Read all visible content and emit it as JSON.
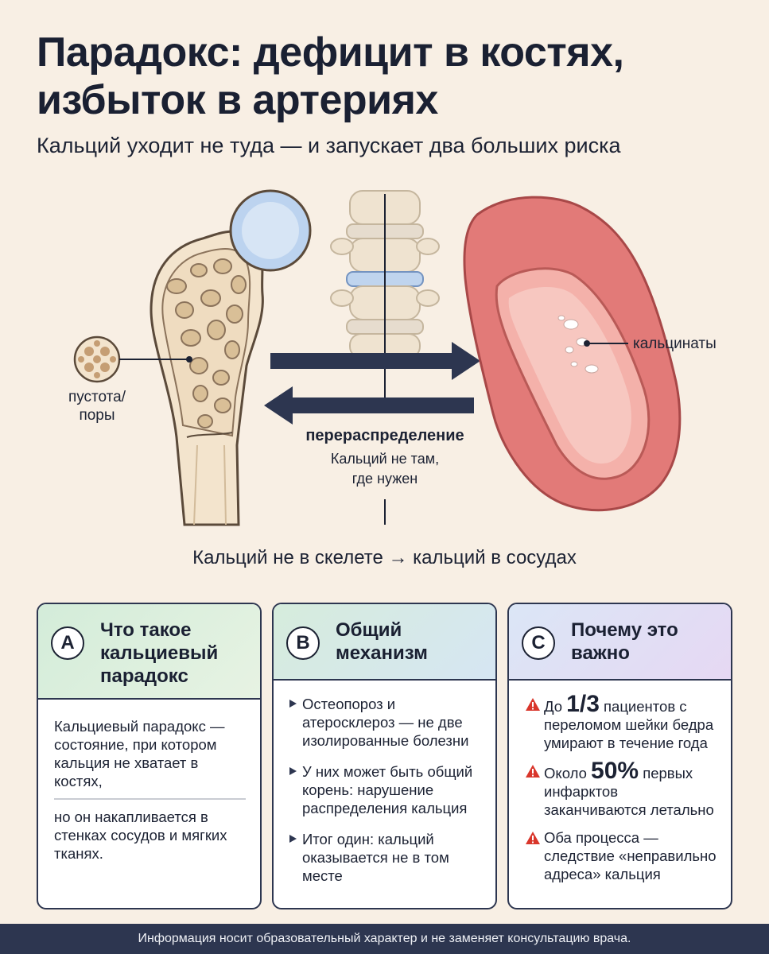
{
  "header": {
    "title": "Парадокс: дефицит в костях, избыток в артериях",
    "subtitle": "Кальций уходит не туда — и запускает два больших риска"
  },
  "illustration": {
    "pores_label_line1": "пустота/",
    "pores_label_line2": "поры",
    "calcifications_label": "кальцинаты",
    "redistribution_label": "перераспределение",
    "redistribution_note_line1": "Кальций не там,",
    "redistribution_note_line2": "где нужен",
    "colors": {
      "bone": "#f3e4cd",
      "bone_outline": "#5b4a3a",
      "cartilage": "#bcd3ef",
      "artery": "#e27a78",
      "artery_inner": "#f4b1aa",
      "arrow": "#2d3650"
    }
  },
  "summary_line": "Кальций не в скелете → кальций в сосудах",
  "cards": [
    {
      "letter": "A",
      "title": "Что такое кальциевый парадокс",
      "text_part1": "Кальциевый парадокс — состояние, при котором кальция не хватает в костях,",
      "text_part2": "но он накапливается в стенках сосудов и мягких тканях."
    },
    {
      "letter": "B",
      "title": "Общий механизм",
      "bullets": [
        "Остеопороз и атеросклероз — не две изолированные болезни",
        "У них может быть общий корень: нарушение распределения кальция",
        "Итог один: кальций оказывается не в том месте"
      ]
    },
    {
      "letter": "C",
      "title": "Почему это важно",
      "stats": [
        {
          "prefix": "До ",
          "highlight": "1/3",
          "suffix": " пациентов с переломом шейки бедра умирают в течение года"
        },
        {
          "prefix": "Около ",
          "highlight": "50%",
          "suffix": " первых инфарктов заканчиваются летально"
        },
        {
          "prefix": "",
          "highlight": "",
          "suffix": "Оба процесса — следствие «неправильно адреса» кальция"
        }
      ]
    }
  ],
  "footer": "Информация носит образовательный характер и не заменяет консультацию врача.",
  "icons": {
    "warning": "warning-triangle-icon",
    "bullet": "play-triangle-icon"
  },
  "colors": {
    "background": "#f8efe4",
    "dark": "#2d3650",
    "warning": "#d9362b"
  }
}
